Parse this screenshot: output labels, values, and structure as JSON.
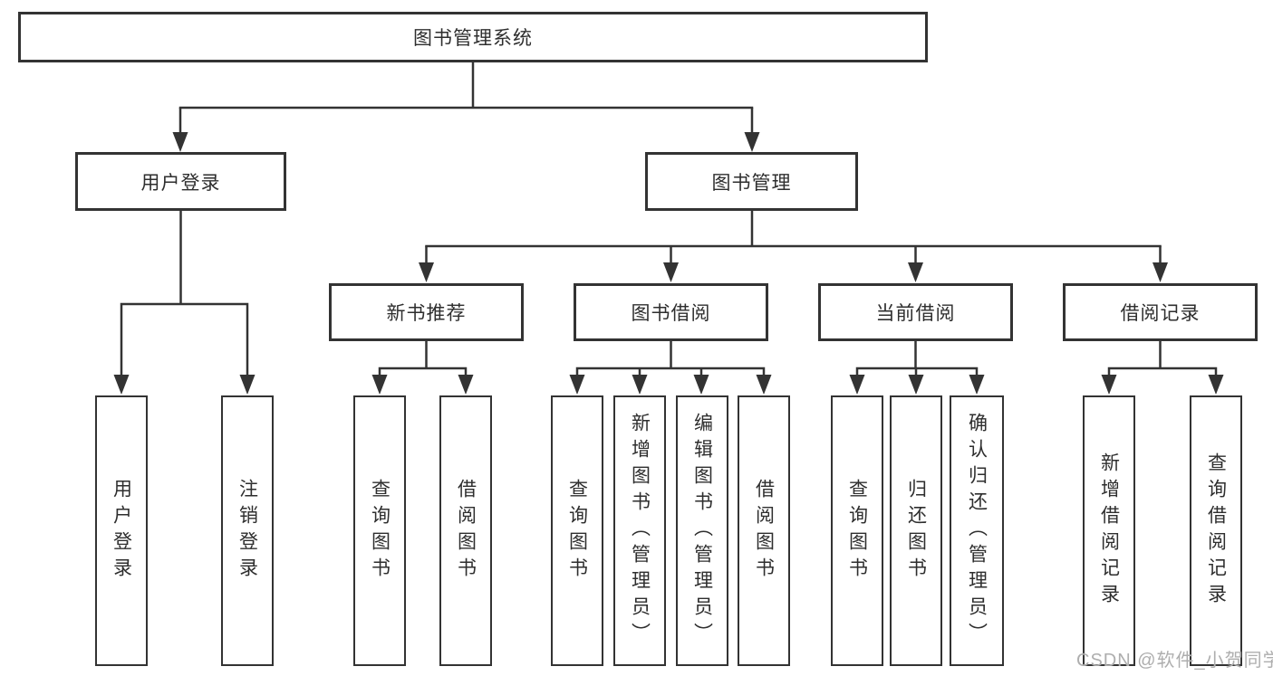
{
  "diagram": {
    "root": {
      "label": "图书管理系统"
    },
    "level2": [
      {
        "label": "用户登录"
      },
      {
        "label": "图书管理"
      }
    ],
    "level3": [
      {
        "label": "新书推荐"
      },
      {
        "label": "图书借阅"
      },
      {
        "label": "当前借阅"
      },
      {
        "label": "借阅记录"
      }
    ],
    "leaves": {
      "user_login": [
        "用户登录",
        "注销登录"
      ],
      "new_book": [
        "查询图书",
        "借阅图书"
      ],
      "book_borrow": [
        "查询图书",
        "新增图书（管理员）",
        "编辑图书（管理员）",
        "借阅图书"
      ],
      "current_borrow": [
        "查询图书",
        "归还图书",
        "确认归还（管理员）"
      ],
      "borrow_records": [
        "新增借阅记录",
        "查询借阅记录"
      ]
    },
    "watermark": "CSDN @软件_小贺同学",
    "colors": {
      "line": "#333333",
      "box_border": "#333333",
      "text": "#2e2e2e",
      "watermark": "#aeaeae",
      "background": "#ffffff"
    }
  }
}
